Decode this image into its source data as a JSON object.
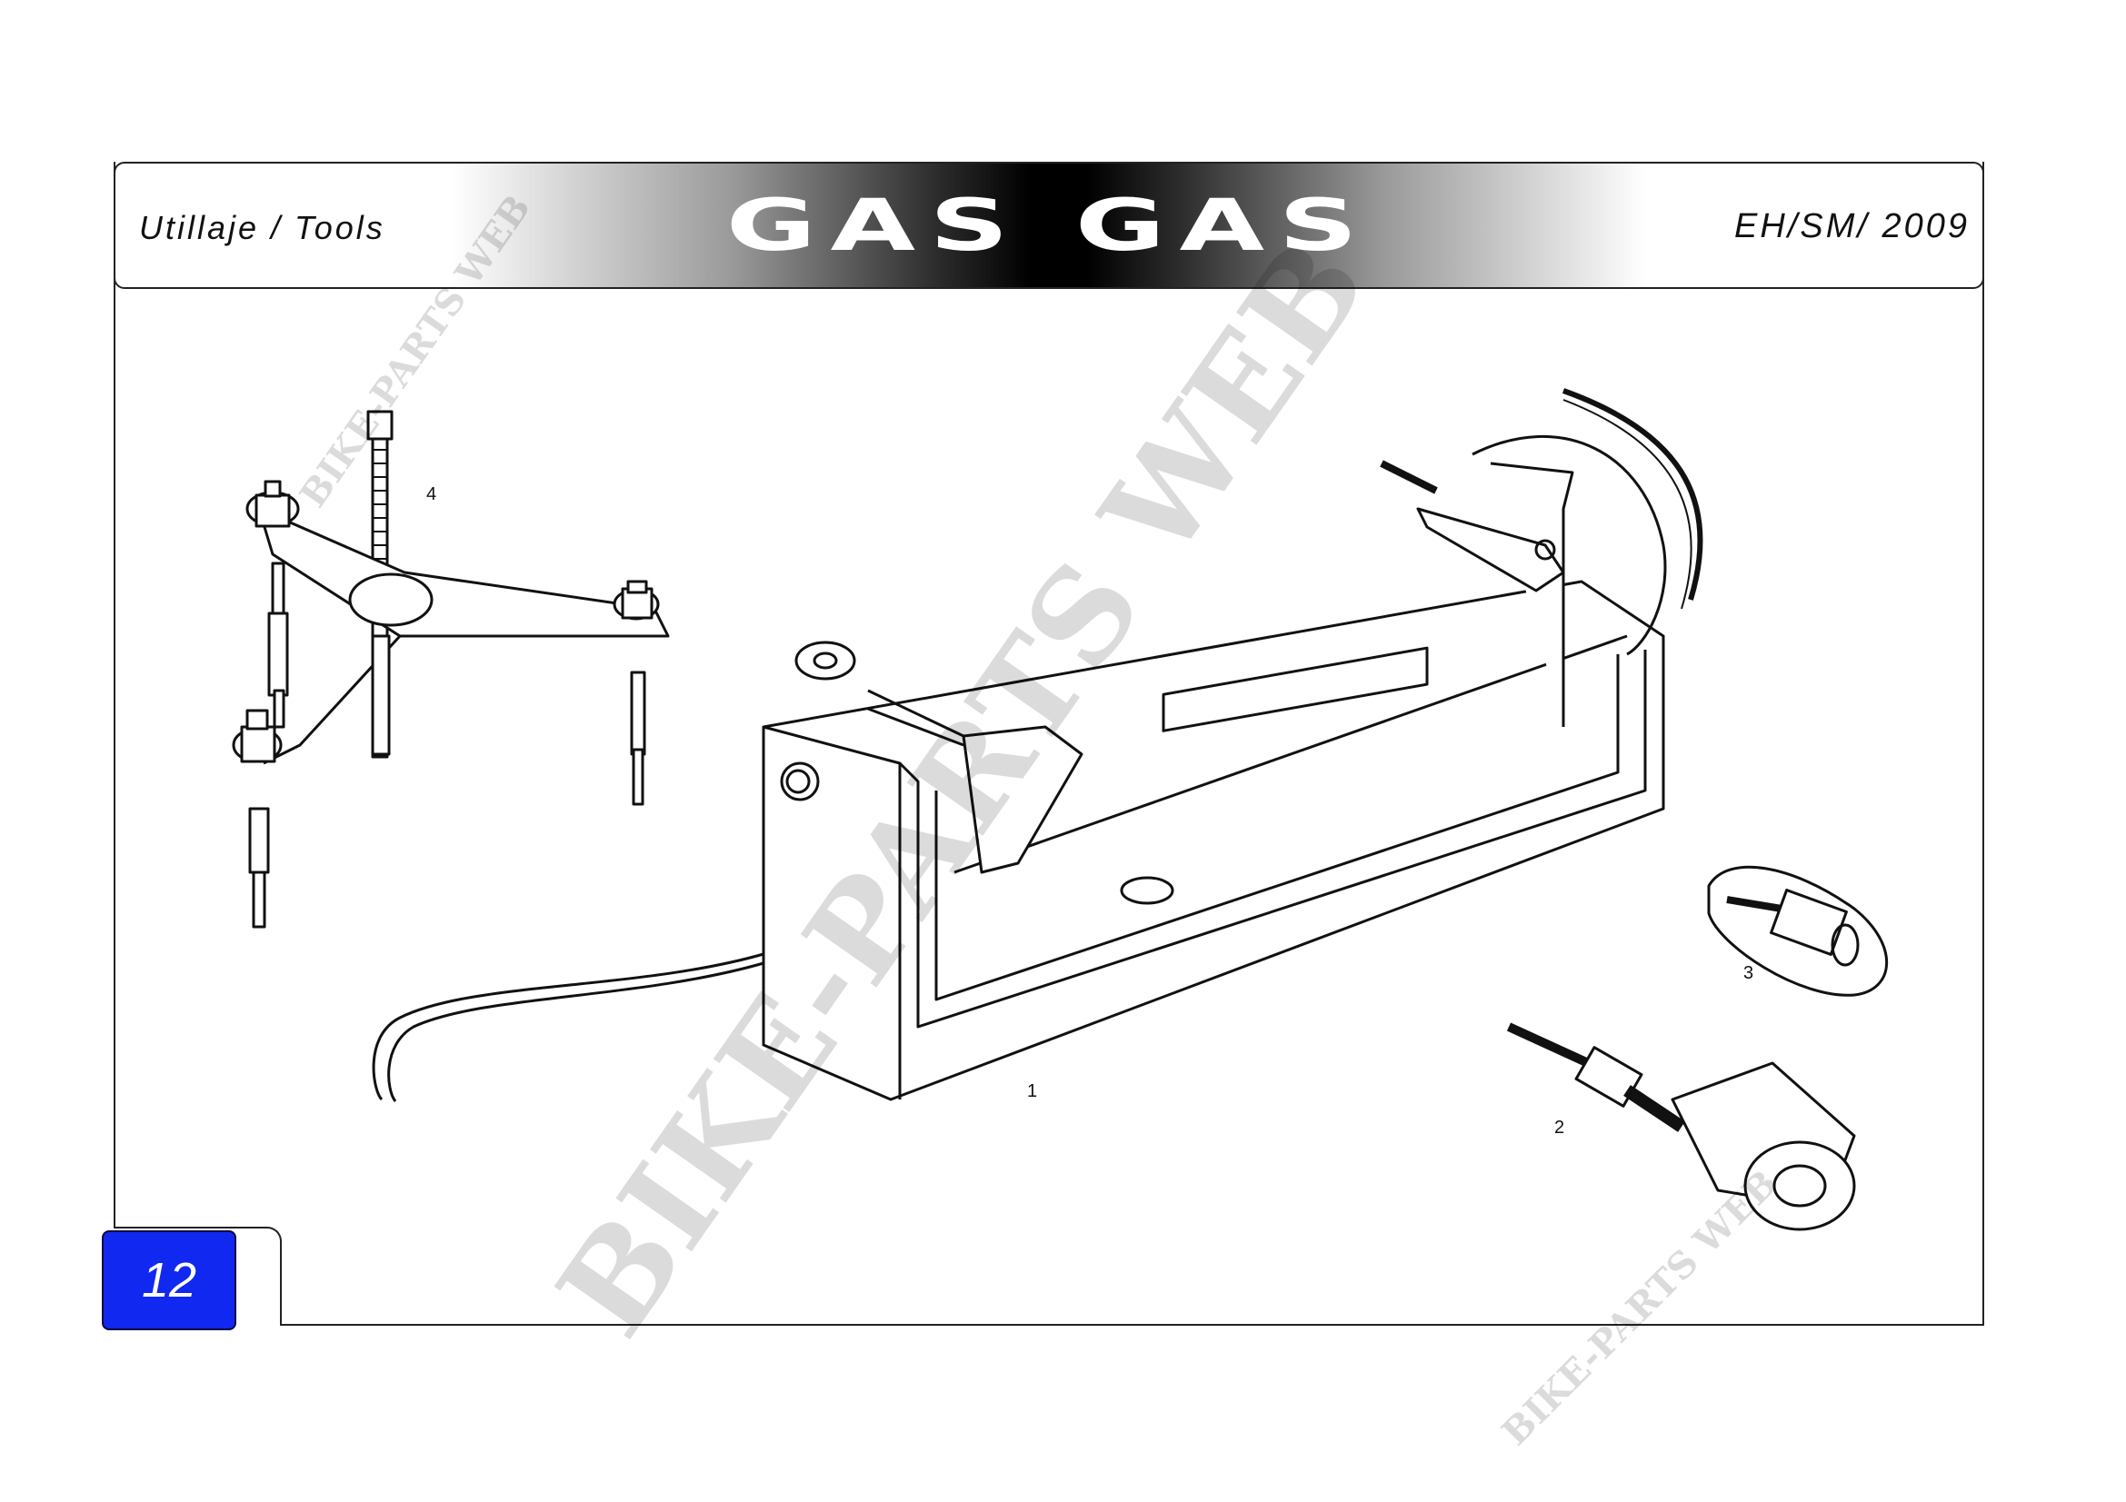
{
  "header": {
    "left_title": "Utillaje / Tools",
    "brand": "GAS GAS",
    "right_title": "EH/SM/ 2009"
  },
  "page_number": "12",
  "callouts": {
    "item_1": "1",
    "item_2": "2",
    "item_3": "3",
    "item_4": "4"
  },
  "watermarks": {
    "main": "BIKE-PARTS WEB",
    "small": "BIKE-PARTS WEB"
  }
}
